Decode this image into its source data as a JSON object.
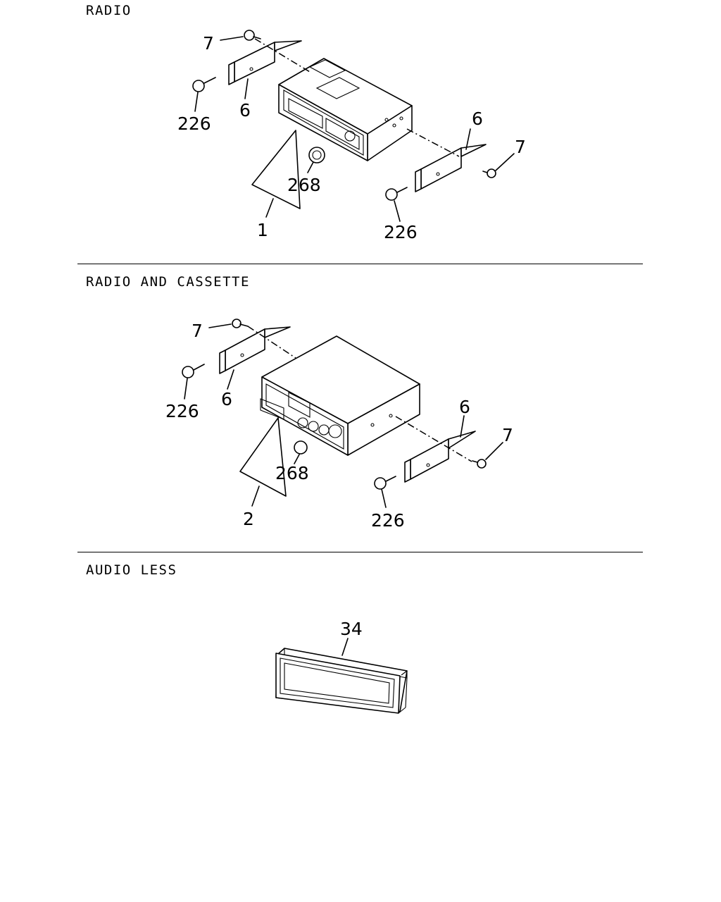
{
  "sections": [
    {
      "title": "RADIO"
    },
    {
      "title": "RADIO AND CASSETTE"
    },
    {
      "title": "AUDIO LESS"
    }
  ],
  "callouts": {
    "radio": {
      "screw_left_top": "7",
      "bracket_left": "6",
      "bolt_left": "226",
      "knob": "268",
      "assembly": "1",
      "bracket_right": "6",
      "screw_right": "7",
      "bolt_right": "226"
    },
    "cassette": {
      "screw_left_top": "7",
      "bracket_left": "6",
      "bolt_left": "226",
      "knob": "268",
      "assembly": "2",
      "bracket_right": "6",
      "screw_right": "7",
      "bolt_right": "226"
    },
    "audio_less": {
      "bezel": "34"
    }
  }
}
